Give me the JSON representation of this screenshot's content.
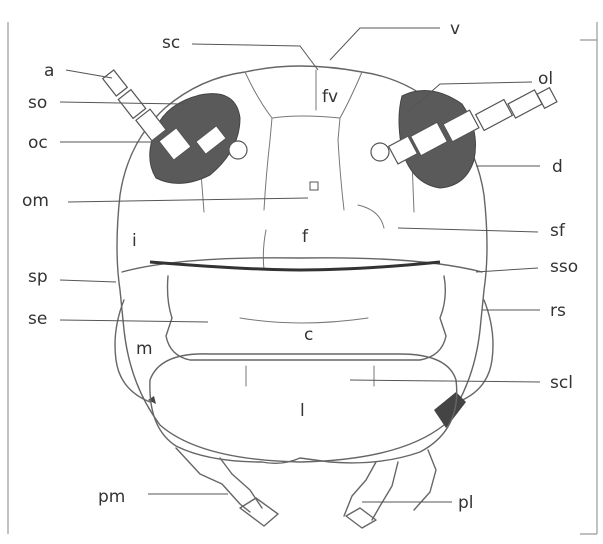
{
  "diagram": {
    "labels": [
      {
        "key": "a",
        "text": "a"
      },
      {
        "key": "so",
        "text": "so"
      },
      {
        "key": "oc",
        "text": "oc"
      },
      {
        "key": "om",
        "text": "om"
      },
      {
        "key": "i",
        "text": "i"
      },
      {
        "key": "sp",
        "text": "sp"
      },
      {
        "key": "se",
        "text": "se"
      },
      {
        "key": "m",
        "text": "m"
      },
      {
        "key": "pm",
        "text": "pm"
      },
      {
        "key": "sc",
        "text": "sc"
      },
      {
        "key": "v",
        "text": "v"
      },
      {
        "key": "fv",
        "text": "fv"
      },
      {
        "key": "ol",
        "text": "ol"
      },
      {
        "key": "d",
        "text": "d"
      },
      {
        "key": "f",
        "text": "f"
      },
      {
        "key": "sf",
        "text": "sf"
      },
      {
        "key": "sso",
        "text": "sso"
      },
      {
        "key": "rs",
        "text": "rs"
      },
      {
        "key": "c",
        "text": "c"
      },
      {
        "key": "scl",
        "text": "scl"
      },
      {
        "key": "l",
        "text": "l"
      },
      {
        "key": "pl",
        "text": "pl"
      }
    ]
  }
}
